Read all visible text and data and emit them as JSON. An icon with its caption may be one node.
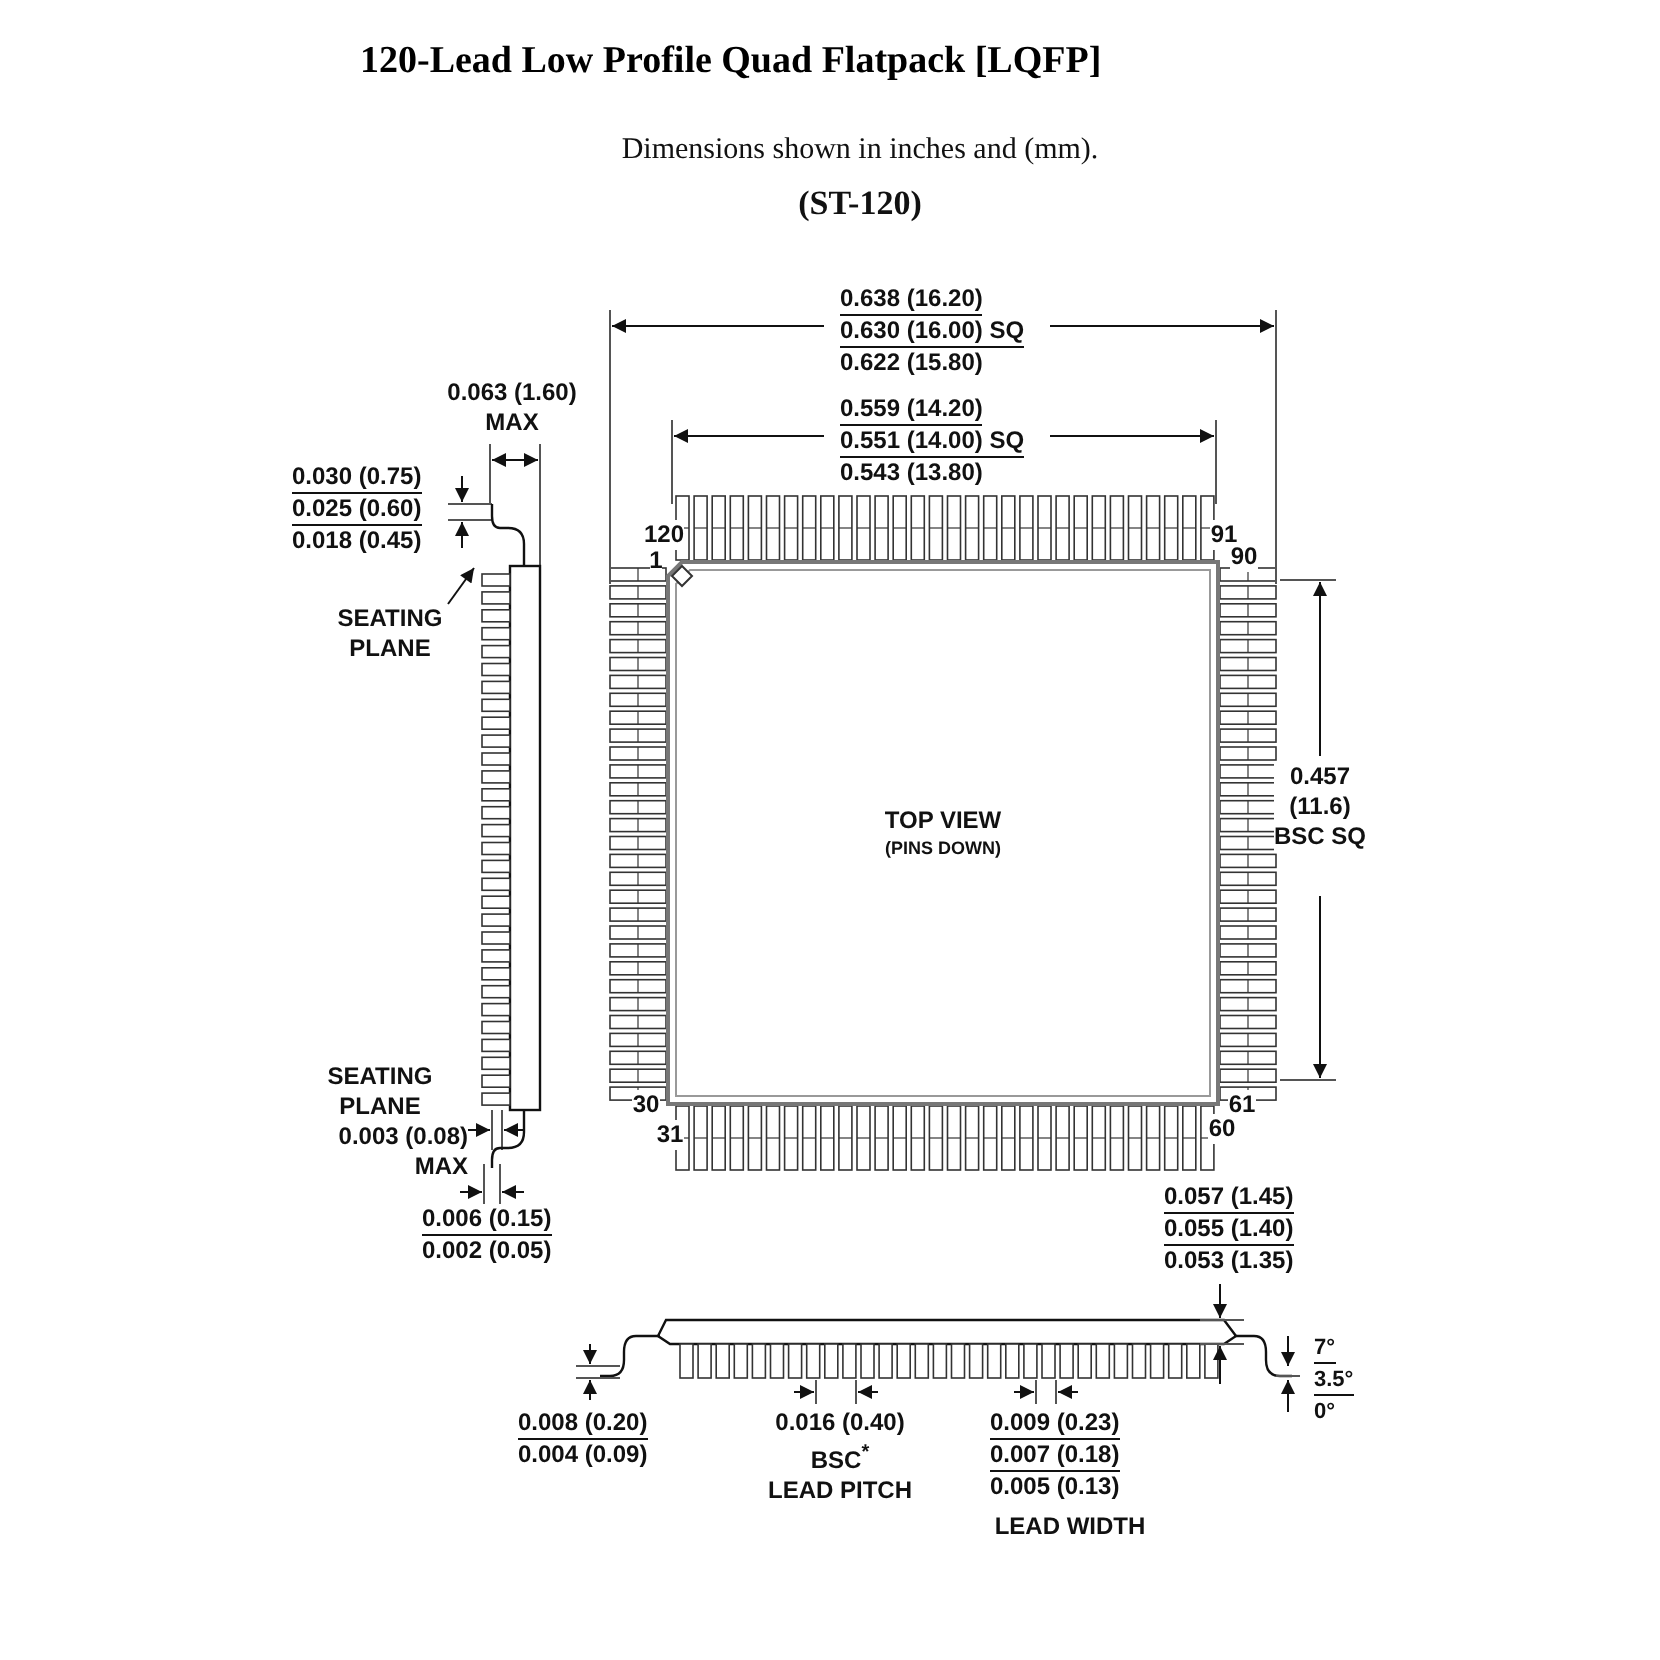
{
  "diagram": {
    "title": "120-Lead Low Profile Quad Flatpack [LQFP]",
    "nodes": [
      {
        "text": [
          "TOP VIEW",
          "(PINS DOWN)"
        ]
      },
      {
        "text": [],
        "shape": "picture"
      },
      {
        "text": [
          "SEATING PLANE"
        ]
      }
    ],
    "edges": [
      {
        "from": 2,
        "to": 1,
        "arrow": "to"
      }
    ],
    "labels": [
      "Dimensions shown in inches and (mm).",
      "(ST-120)",
      "0.638 (16.20)",
      "0.630 (16.00) SQ",
      "0.622 (15.80)",
      "0.063 (1.60) MAX",
      "0.559 (14.20)",
      "0.551 (14.00) SQ",
      "0.030 (0.75)",
      "0.543 (13.80)",
      "0.025 (0.60)",
      "0.018 (0.45)",
      "120",
      "91",
      "1",
      "90",
      "0.457 (11.6) BSC SQ",
      "SEATING PLANE",
      "0.003 (0.08) MAX",
      "30",
      "61",
      "31",
      "60",
      "0.006 (0.15)",
      "0.002 (0.05)",
      "0.057 (1.45)",
      "0.055 (1.40)",
      "0.053 (1.35)",
      "7°",
      "3.5°",
      "0°",
      "0.008 (0.20)",
      "0.004 (0.09)",
      "0.016 (0.40)",
      "BSC$^{*}$",
      "LEAD PITCH",
      "0.009 (0.23)",
      "0.007 (0.18)",
      "0.005 (0.13)",
      "LEAD WIDTH"
    ]
  }
}
